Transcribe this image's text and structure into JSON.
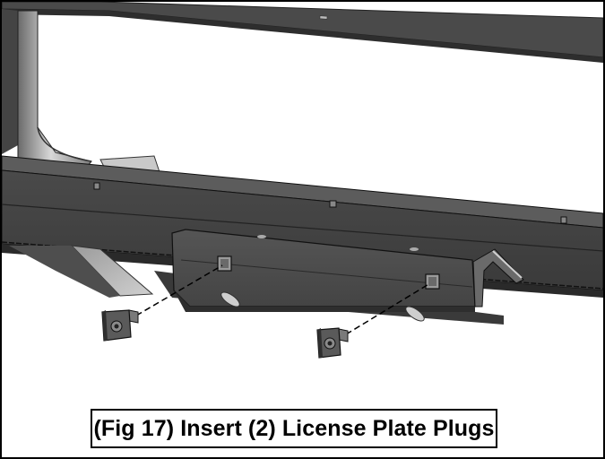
{
  "figure": {
    "caption": "(Fig 17) Insert (2) License Plate Plugs",
    "parts": [
      "frame-rail",
      "bumper-beam",
      "license-plate-bracket",
      "license-plate-plug-left",
      "license-plate-plug-right"
    ],
    "colors": {
      "metal_dark": "#3f3f3f",
      "metal_mid": "#5a5a5a",
      "metal_light": "#8a8a8a",
      "highlight": "#cfcfcf",
      "background": "#ffffff",
      "outline": "#000000"
    }
  }
}
